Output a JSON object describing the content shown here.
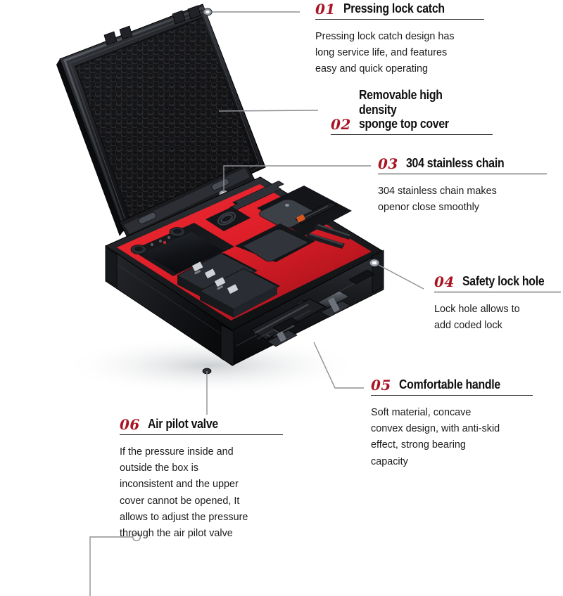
{
  "product": {
    "name": "hard-shell drone carrying case",
    "colors": {
      "shell": "#1b1c1e",
      "shell_light": "#4a4d52",
      "foam_red": "#e2202b",
      "foam_red_dark": "#a4121c",
      "lid_foam": "#141416",
      "leader_line": "#8d9094",
      "accent_red": "#a91322",
      "title_text": "#101010",
      "body_text": "#1c1c1c",
      "background": "#ffffff"
    },
    "contents": [
      "remote controller with display",
      "coiled charging cable",
      "folded drone body with strap",
      "propeller blades",
      "intelligent flight battery",
      "intelligent flight battery"
    ]
  },
  "callouts": [
    {
      "id": "01",
      "number": "01",
      "title": "Pressing lock catch",
      "body": "Pressing lock catch design has\nlong service life, and features\neasy and quick operating"
    },
    {
      "id": "02",
      "number": "02",
      "title": "Removable high density\nsponge top cover",
      "body": ""
    },
    {
      "id": "03",
      "number": "03",
      "title": "304 stainless chain",
      "body": "304 stainless chain makes\nopenor close smoothly"
    },
    {
      "id": "04",
      "number": "04",
      "title": "Safety lock hole",
      "body": "Lock hole allows to\nadd coded lock"
    },
    {
      "id": "05",
      "number": "05",
      "title": "Comfortable handle",
      "body": "Soft material, concave\nconvex design, with anti-skid\neffect, strong bearing\ncapacity"
    },
    {
      "id": "06",
      "number": "06",
      "title": "Air pilot valve",
      "body": "If the pressure inside and\noutside the box is\ninconsistent and the upper\ncover cannot be opened, It\nallows to adjust the pressure\nthrough the air pilot valve"
    }
  ],
  "leaders": [
    {
      "id": "01",
      "marker": [
        295,
        17
      ],
      "target": [
        425,
        17
      ]
    },
    {
      "id": "02",
      "marker": [
        303,
        158
      ],
      "target": [
        452,
        157
      ]
    },
    {
      "id": "03",
      "marker": [
        318,
        276
      ],
      "target": [
        525,
        235
      ]
    },
    {
      "id": "04",
      "marker": [
        532,
        374
      ],
      "target": [
        602,
        411
      ]
    },
    {
      "id": "05",
      "marker": [
        443,
        481
      ],
      "target": [
        516,
        552
      ]
    },
    {
      "id": "06",
      "marker": [
        294,
        530
      ],
      "target": [
        294,
        590
      ]
    },
    {
      "id": "07",
      "marker": [
        194,
        764
      ],
      "target": [
        128,
        848
      ]
    }
  ]
}
